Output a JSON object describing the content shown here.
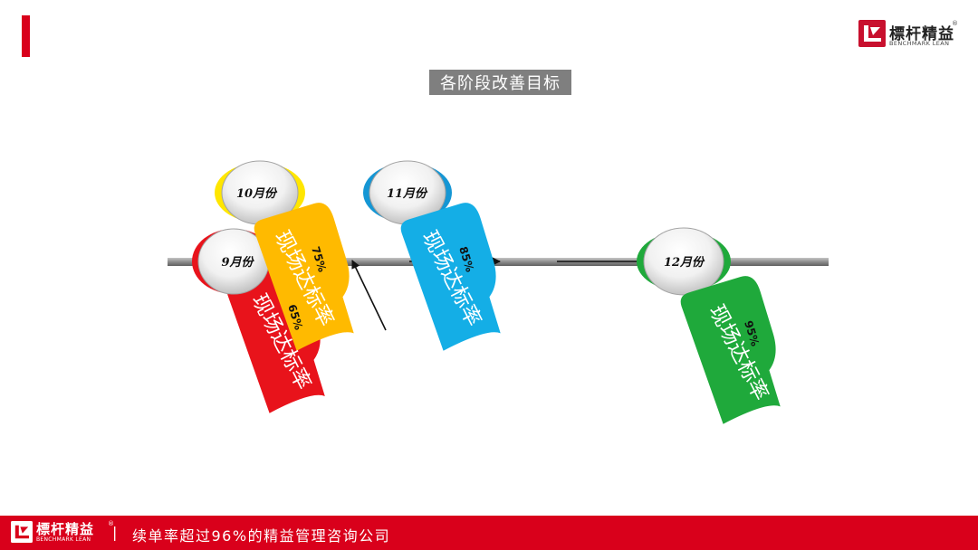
{
  "brand": {
    "name": "標杆精益",
    "subtitle": "BENCHMARK LEAN",
    "registered_mark": "®",
    "accent_color": "#d9001b"
  },
  "title": "各阶段改善目标",
  "stages": [
    {
      "month": "9月份",
      "label": "现场达标率",
      "value": "65%",
      "color": "#e8131b",
      "ring_color": "#e8131b"
    },
    {
      "month": "10月份",
      "label": "现场达标率",
      "value": "75%",
      "color": "#ffba00",
      "ring_color": "#ffe600"
    },
    {
      "month": "11月份",
      "label": "现场达标率",
      "value": "85%",
      "color": "#14aee6",
      "ring_color": "#1596d4"
    },
    {
      "month": "12月份",
      "label": "现场达标率",
      "value": "95%",
      "color": "#1fa93b",
      "ring_color": "#1fa93b"
    }
  ],
  "footer": {
    "separator": "|",
    "slogan": "续单率超过96%的精益管理咨询公司"
  }
}
